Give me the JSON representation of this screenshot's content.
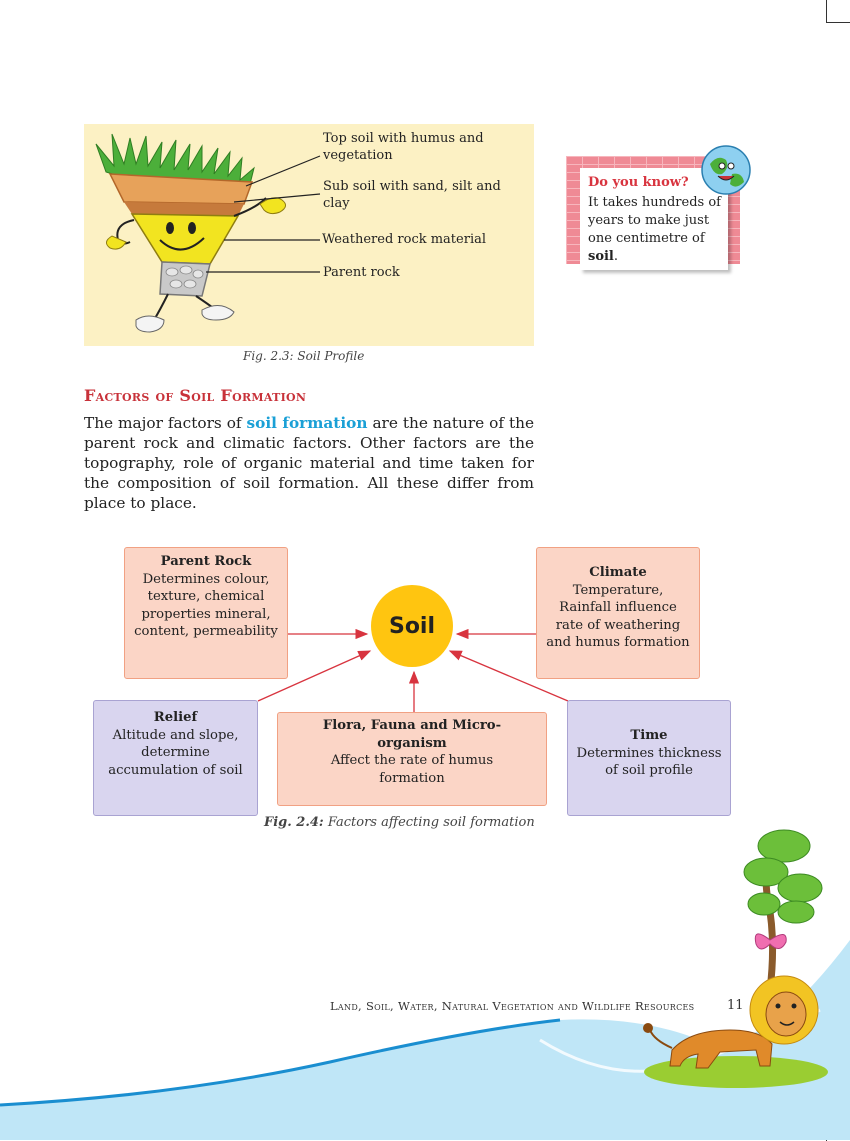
{
  "figure1": {
    "labels": {
      "top_soil": "Top soil with humus and vegetation",
      "sub_soil": "Sub soil with sand, silt and clay",
      "weathered": "Weathered rock material",
      "parent_rock": "Parent rock"
    },
    "caption": "Fig. 2.3: Soil Profile"
  },
  "do_you_know": {
    "title": "Do you know?",
    "text_before": "It takes hundreds of years to make just one centimetre of ",
    "text_bold": "soil",
    "text_after": "."
  },
  "section": {
    "heading": "Factors of Soil Formation",
    "para_start": "The major factors of ",
    "para_highlight": "soil formation",
    "para_rest": " are the nature of the parent rock and climatic factors. Other factors are the topography, role of organic material and time taken for the composition of soil formation. All these differ from place to place."
  },
  "diagram": {
    "center": "Soil",
    "parent_rock": {
      "title": "Parent Rock",
      "text": "Determines colour, texture, chemical properties mineral, content, permeability"
    },
    "climate": {
      "title": "Climate",
      "text": "Temperature, Rainfall influence rate of weathering and humus formation"
    },
    "relief": {
      "title": "Relief",
      "text": "Altitude and slope, determine accumulation of soil"
    },
    "flora": {
      "title": "Flora, Fauna and Micro-organism",
      "text": "Affect the rate of humus formation"
    },
    "time": {
      "title": "Time",
      "text": "Determines thickness of soil profile"
    },
    "caption_prefix": "Fig. 2.4:",
    "caption_text": " Factors affecting soil formation"
  },
  "footer": {
    "title": "Land, Soil, Water, Natural Vegetation and Wildlife Resources",
    "page": "11"
  },
  "colors": {
    "heading": "#c8323a",
    "highlight": "#1aa0d6",
    "soil_circle": "#ffc510",
    "arrow": "#d8343f"
  }
}
